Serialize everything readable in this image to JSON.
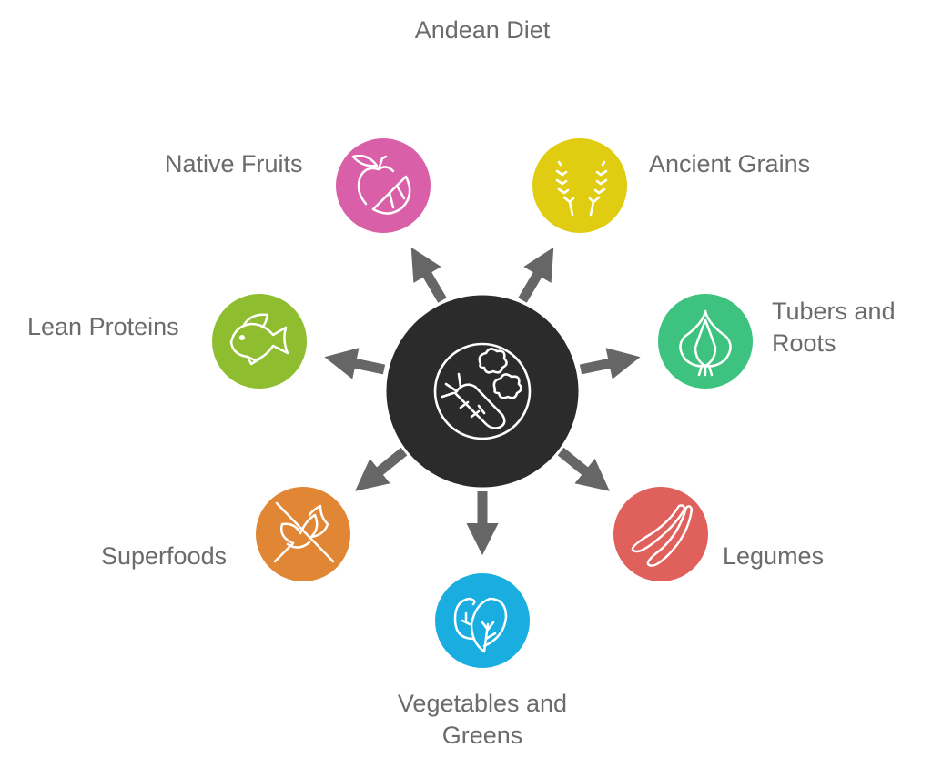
{
  "title": "Andean Diet",
  "center": {
    "icon": "carrot-vegetables-plate-icon",
    "color": "#2b2b2b"
  },
  "arrow_color": "#666666",
  "nodes": [
    {
      "id": "native-fruits",
      "label": "Native Fruits",
      "icon": "apple-citrus-icon",
      "color": "#d85fa8"
    },
    {
      "id": "ancient-grains",
      "label": "Ancient Grains",
      "icon": "wheat-icon",
      "color": "#e0cc10"
    },
    {
      "id": "tubers-roots",
      "label_line1": "Tubers and",
      "label_line2": "Roots",
      "icon": "garlic-bulb-icon",
      "color": "#3ec27f"
    },
    {
      "id": "legumes",
      "label": "Legumes",
      "icon": "bean-pods-icon",
      "color": "#e0605b"
    },
    {
      "id": "vegetables-greens",
      "label_line1": "Vegetables and",
      "label_line2": "Greens",
      "icon": "spinach-leaves-icon",
      "color": "#1aaee0"
    },
    {
      "id": "superfoods",
      "label": "Superfoods",
      "icon": "crossed-grain-icon",
      "color": "#e08634"
    },
    {
      "id": "lean-proteins",
      "label": "Lean Proteins",
      "icon": "fish-icon",
      "color": "#8ebd2f"
    }
  ]
}
